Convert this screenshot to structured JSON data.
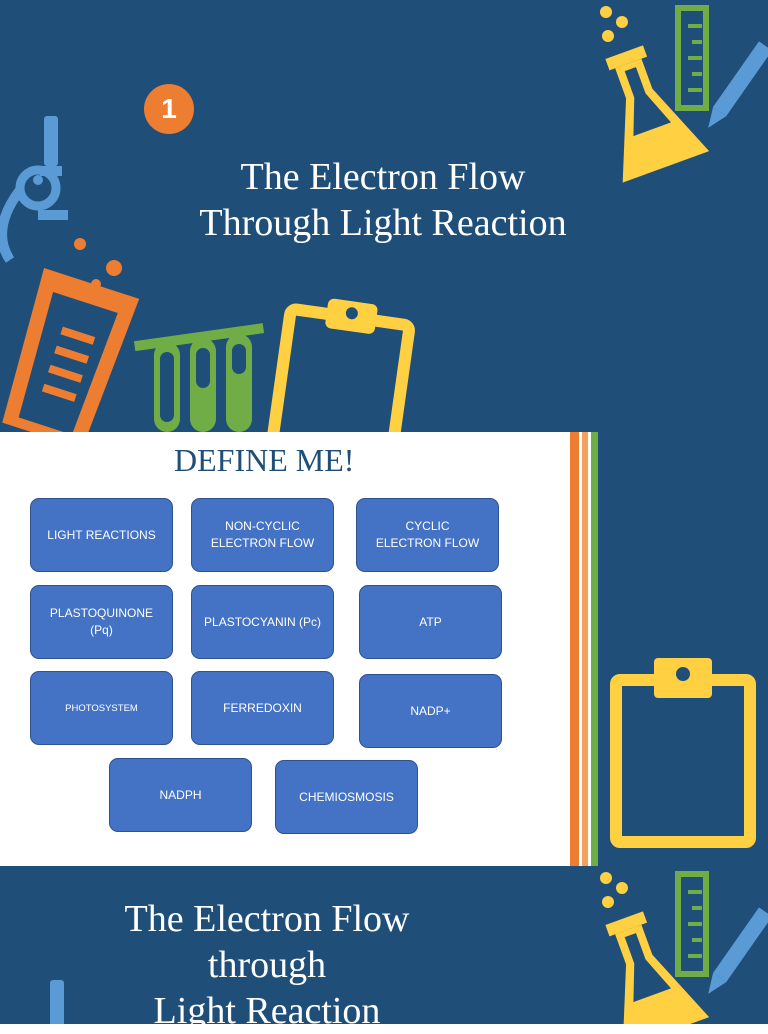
{
  "slide1": {
    "badge": "1",
    "title_line1": "The Electron Flow",
    "title_line2": "Through Light Reaction"
  },
  "slide2": {
    "title": "DEFINE ME!",
    "terms": [
      "LIGHT REACTIONS",
      "NON-CYCLIC\nELECTRON FLOW",
      "CYCLIC\nELECTRON FLOW",
      "PLASTOQUINONE\n(Pq)",
      "PLASTOCYANIN (Pc)",
      "ATP",
      "PHOTOSYSTEM",
      "FERREDOXIN",
      "NADP+",
      "NADPH",
      "CHEMIOSMOSIS"
    ]
  },
  "slide3": {
    "title_line1": "The Electron Flow",
    "title_line2": "through",
    "title_line3": "Light Reaction"
  },
  "colors": {
    "navy": "#1f4e79",
    "orange": "#ed7d31",
    "green": "#70ad47",
    "yellow": "#ffd041",
    "blue_icon": "#5b9bd5",
    "term_box": "#4472c4"
  },
  "icons": [
    "microscope-icon",
    "beaker-icon",
    "test-tubes-icon",
    "clipboard-icon",
    "flask-icon",
    "ruler-icon",
    "pencil-icon"
  ]
}
